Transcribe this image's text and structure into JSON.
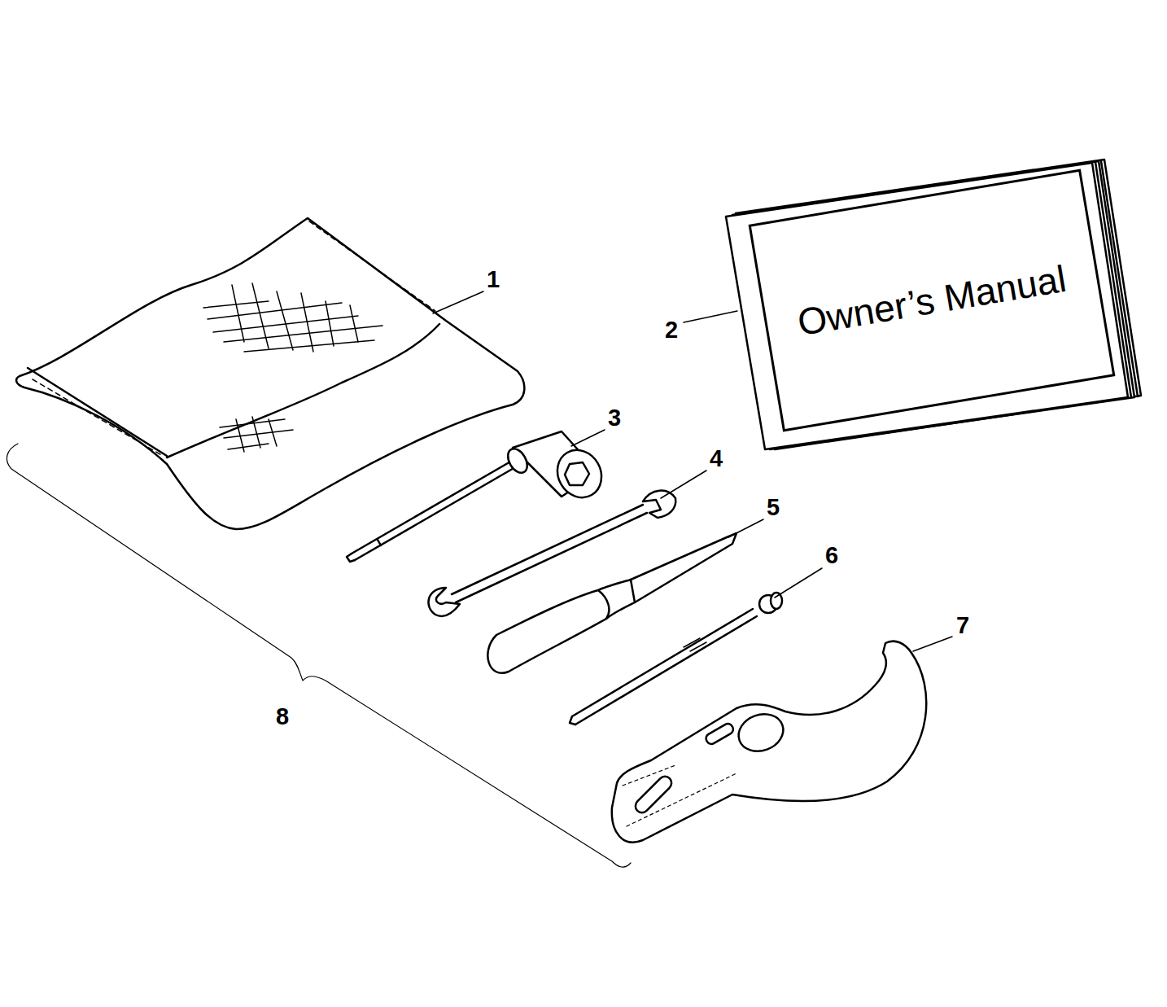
{
  "diagram": {
    "nodes": [
      {
        "text": [
          "Owner’s Manual"
        ]
      }
    ],
    "labels": [
      "1",
      "2",
      "3",
      "4",
      "5",
      "6",
      "7",
      "8"
    ]
  }
}
